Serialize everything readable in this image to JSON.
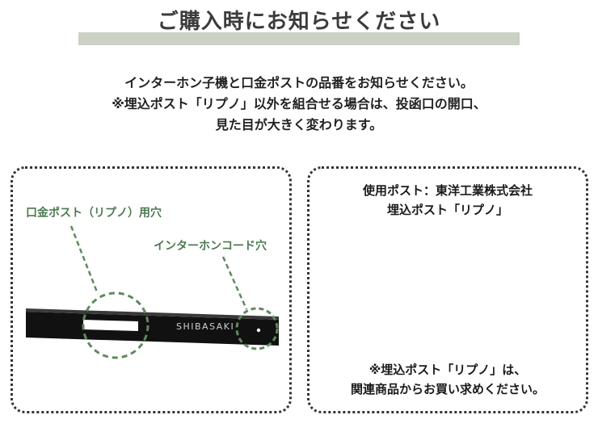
{
  "title": "ご購入時にお知らせください",
  "intro": {
    "line1": "インターホン子機と口金ポストの品番をお知らせください。",
    "line2": "※埋込ポスト「リプノ」以外を組合せる場合は、投函口の開口、",
    "line3": "見た目が大きく変わります。"
  },
  "left_panel": {
    "label_mouth": "口金ポスト（リプノ）用穴",
    "label_intercom": "インターホンコード穴",
    "brand": "SHIBASAKI"
  },
  "right_panel": {
    "header_line1": "使用ポスト：東洋工業株式会社",
    "header_line2": "埋込ポスト「リプノ」",
    "footer_line1": "※埋込ポスト「リプノ」は、",
    "footer_line2": "関連商品からお買い求めください。"
  },
  "colors": {
    "accent_green": "#4e7a52",
    "title_band": "#c9d2c3"
  }
}
